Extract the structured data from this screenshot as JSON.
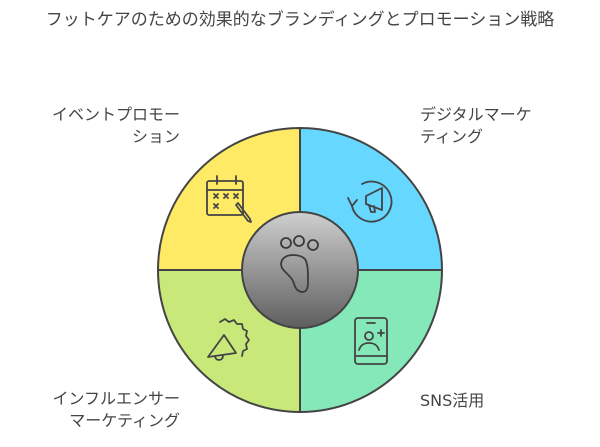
{
  "title": "フットケアのための効果的なブランディングとプロモーション戦略",
  "segments": [
    {
      "label": "イベントプロモーション",
      "line1": "イベントプロモー",
      "line2": "ション",
      "color": "#FFEA66",
      "icon": "calendar-pen-icon"
    },
    {
      "label": "デジタルマーケティング",
      "line1": "デジタルマーケ",
      "line2": "ティング",
      "color": "#66D8FF",
      "icon": "megaphone-refresh-icon"
    },
    {
      "label": "インフルエンサーマーケティング",
      "line1": "インフルエンサー",
      "line2": "マーケティング",
      "color": "#C8E87A",
      "icon": "megaphone-burst-icon"
    },
    {
      "label": "SNS活用",
      "line1": "SNS活用",
      "color": "#85E8B8",
      "icon": "phone-add-user-icon"
    }
  ],
  "center": {
    "icon": "footprint-icon"
  }
}
